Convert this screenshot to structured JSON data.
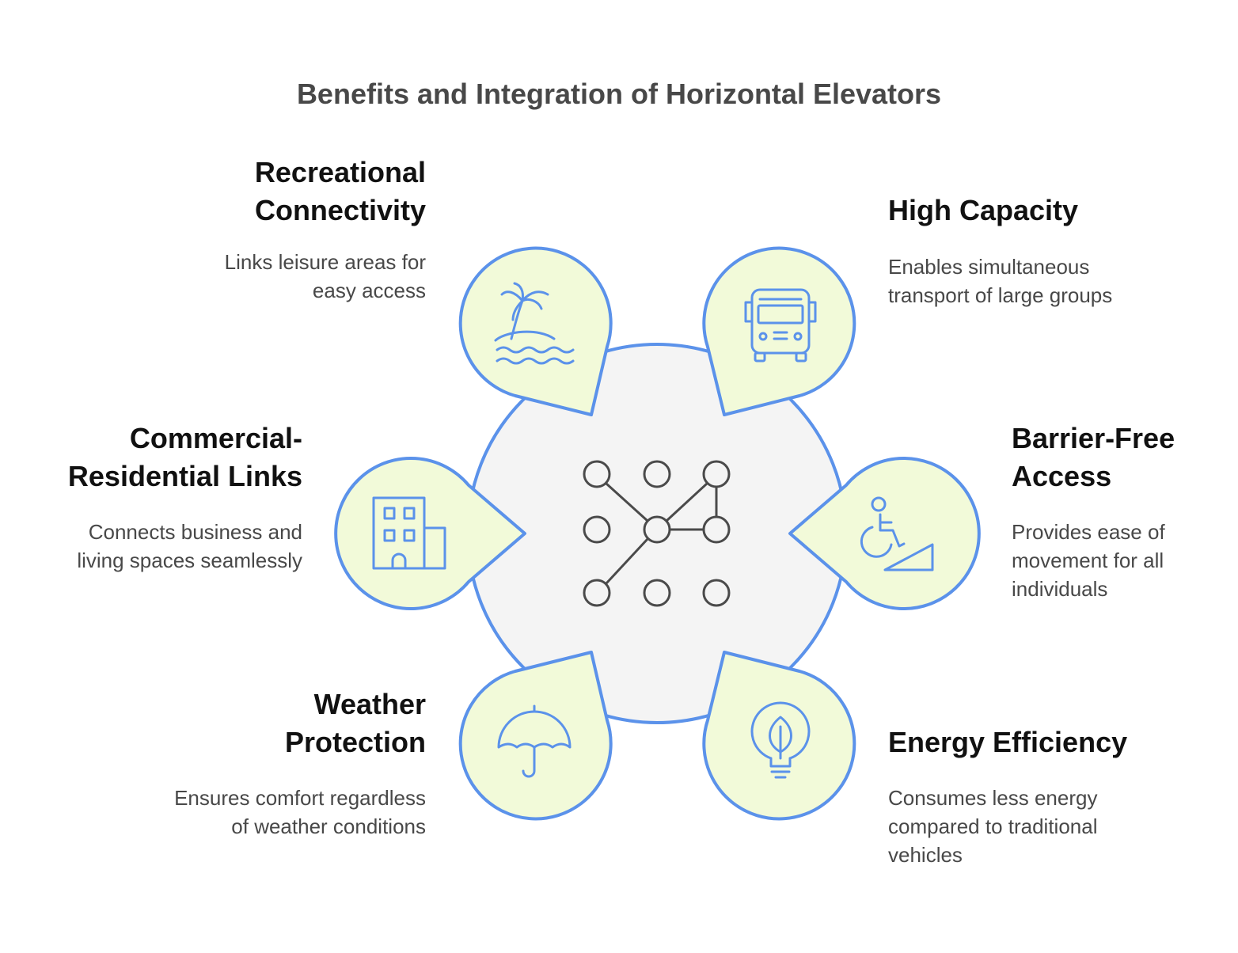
{
  "title": "Benefits and Integration of Horizontal Elevators",
  "colors": {
    "hub_fill": "#f4f4f4",
    "stroke": "#5b92ea",
    "petal_fill": "#f2fad9",
    "network": "#4a4a4a"
  },
  "items": [
    {
      "title": "Recreational Connectivity",
      "description": "Links leisure areas for easy access",
      "icon": "palm-tree-island-icon"
    },
    {
      "title": "High Capacity",
      "description": "Enables simultaneous transport of large groups",
      "icon": "bus-icon"
    },
    {
      "title": "Commercial-Residential Links",
      "description": "Connects business and living spaces seamlessly",
      "icon": "building-icon"
    },
    {
      "title": "Barrier-Free Access",
      "description": "Provides ease of movement for all individuals",
      "icon": "wheelchair-ramp-icon"
    },
    {
      "title": "Weather Protection",
      "description": "Ensures comfort regardless of weather conditions",
      "icon": "umbrella-icon"
    },
    {
      "title": "Energy Efficiency",
      "description": "Consumes less energy compared to traditional vehicles",
      "icon": "leaf-bulb-icon"
    }
  ],
  "center_icon": "network-nodes-icon"
}
